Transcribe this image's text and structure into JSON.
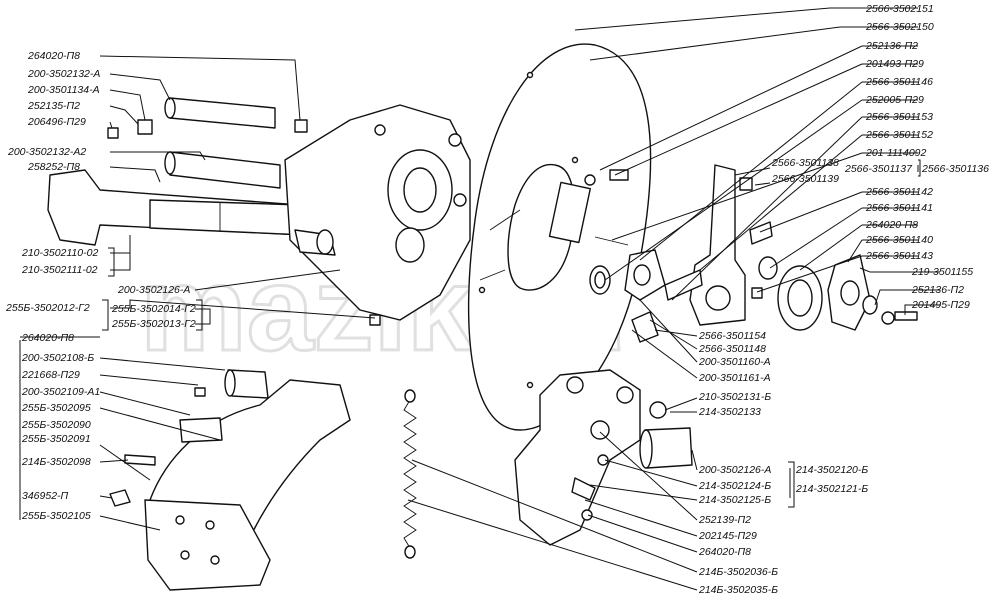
{
  "watermark": "mazik.ru",
  "labels": [
    {
      "id": "l01",
      "text": "2566-3502151"
    },
    {
      "id": "l02",
      "text": "2566-3502150"
    },
    {
      "id": "l03",
      "text": "252136-П2"
    },
    {
      "id": "l04",
      "text": "201493-П29"
    },
    {
      "id": "l05",
      "text": "2566-3501146"
    },
    {
      "id": "l06",
      "text": "252005-П29"
    },
    {
      "id": "l07",
      "text": "2566-3501153"
    },
    {
      "id": "l08",
      "text": "2566-3501152"
    },
    {
      "id": "l09",
      "text": "201-1114092"
    },
    {
      "id": "l10",
      "text": "2566-3501137"
    },
    {
      "id": "l11",
      "text": "2566-3501136"
    },
    {
      "id": "l12",
      "text": "2566-3501138"
    },
    {
      "id": "l13",
      "text": "2566-3501139"
    },
    {
      "id": "l14",
      "text": "2566-3501142"
    },
    {
      "id": "l15",
      "text": "2566-3501141"
    },
    {
      "id": "l16",
      "text": "264020-П8"
    },
    {
      "id": "l17",
      "text": "2566-3501140"
    },
    {
      "id": "l18",
      "text": "2566-3501143"
    },
    {
      "id": "l19",
      "text": "219-3501155"
    },
    {
      "id": "l20",
      "text": "252136-П2"
    },
    {
      "id": "l21",
      "text": "201495-П29"
    },
    {
      "id": "l22",
      "text": "2566-3501154"
    },
    {
      "id": "l23",
      "text": "2566-3501148"
    },
    {
      "id": "l24",
      "text": "200-3501160-А"
    },
    {
      "id": "l25",
      "text": "200-3501161-А"
    },
    {
      "id": "l26",
      "text": "210-3502131-Б"
    },
    {
      "id": "l27",
      "text": "214-3502133"
    },
    {
      "id": "l28",
      "text": "200-3502126-А"
    },
    {
      "id": "l29",
      "text": "214-3502124-Б"
    },
    {
      "id": "l30",
      "text": "214-3502125-Б"
    },
    {
      "id": "l31",
      "text": "214-3502120-Б"
    },
    {
      "id": "l32",
      "text": "214-3502121-Б"
    },
    {
      "id": "l33",
      "text": "252139-П2"
    },
    {
      "id": "l34",
      "text": "202145-П29"
    },
    {
      "id": "l35",
      "text": "264020-П8"
    },
    {
      "id": "l36",
      "text": "214Б-3502036-Б"
    },
    {
      "id": "l37",
      "text": "214Б-3502035-Б"
    },
    {
      "id": "l38",
      "text": "264020-П8"
    },
    {
      "id": "l39",
      "text": "200-3502132-А"
    },
    {
      "id": "l40",
      "text": "200-3501134-А"
    },
    {
      "id": "l41",
      "text": "252135-П2"
    },
    {
      "id": "l42",
      "text": "206496-П29"
    },
    {
      "id": "l43",
      "text": "200-3502132-А2"
    },
    {
      "id": "l44",
      "text": "258252-П8"
    },
    {
      "id": "l45",
      "text": "210-3502110-02"
    },
    {
      "id": "l46",
      "text": "210-3502111-02"
    },
    {
      "id": "l47",
      "text": "200-3502126-А"
    },
    {
      "id": "l48",
      "text": "255Б-3502012-Г2"
    },
    {
      "id": "l49",
      "text": "255Б-3502014-Г2"
    },
    {
      "id": "l50",
      "text": "255Б-3502013-Г2"
    },
    {
      "id": "l51",
      "text": "264020-П8"
    },
    {
      "id": "l52",
      "text": "200-3502108-Б"
    },
    {
      "id": "l53",
      "text": "221668-П29"
    },
    {
      "id": "l54",
      "text": "200-3502109-А1"
    },
    {
      "id": "l55",
      "text": "255Б-3502095"
    },
    {
      "id": "l56",
      "text": "255Б-3502090"
    },
    {
      "id": "l57",
      "text": "255Б-3502091"
    },
    {
      "id": "l58",
      "text": "214Б-3502098"
    },
    {
      "id": "l59",
      "text": "346952-П"
    },
    {
      "id": "l60",
      "text": "255Б-3502105"
    }
  ]
}
